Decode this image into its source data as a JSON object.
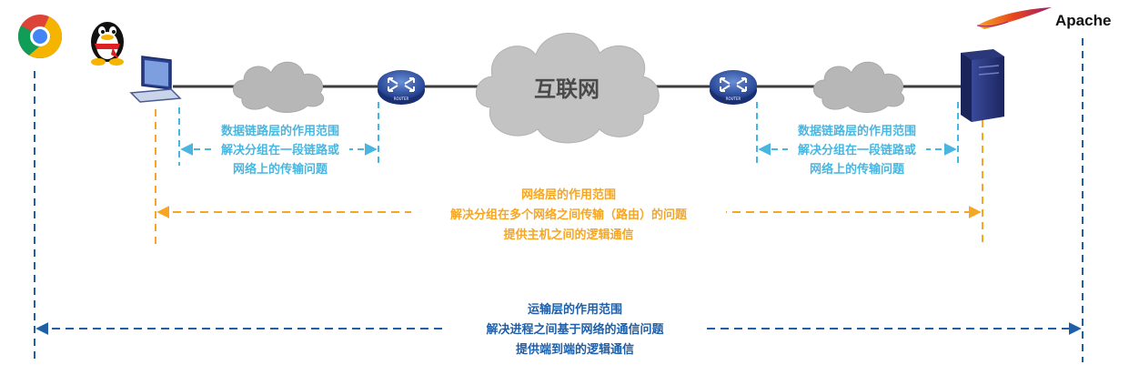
{
  "internet_label": "互联网",
  "apache_label": "Apache",
  "router_label": "ROUTER",
  "datalink_left": {
    "lines": [
      "数据链路层的作用范围",
      "解决分组在一段链路或",
      "网络上的传输问题"
    ]
  },
  "datalink_right": {
    "lines": [
      "数据链路层的作用范围",
      "解决分组在一段链路或",
      "网络上的传输问题"
    ]
  },
  "network_layer": {
    "lines": [
      "网络层的作用范围",
      "解决分组在多个网络之间传输（路由）的问题",
      "提供主机之间的逻辑通信"
    ]
  },
  "transport_layer": {
    "lines": [
      "运输层的作用范围",
      "解决进程之间基于网络的通信问题",
      "提供端到端的逻辑通信"
    ]
  },
  "icons": {
    "client_browser": "chrome-icon",
    "client_app": "qq-penguin-icon",
    "server_brand": "apache-feather-icon",
    "host": "laptop-icon",
    "server": "server-icon",
    "router": "router-icon",
    "cloud": "cloud-icon"
  },
  "colors": {
    "datalink": "#4ab6e0",
    "network": "#f5a623",
    "transport": "#1f5fa8",
    "link": "#3c3c3c"
  }
}
